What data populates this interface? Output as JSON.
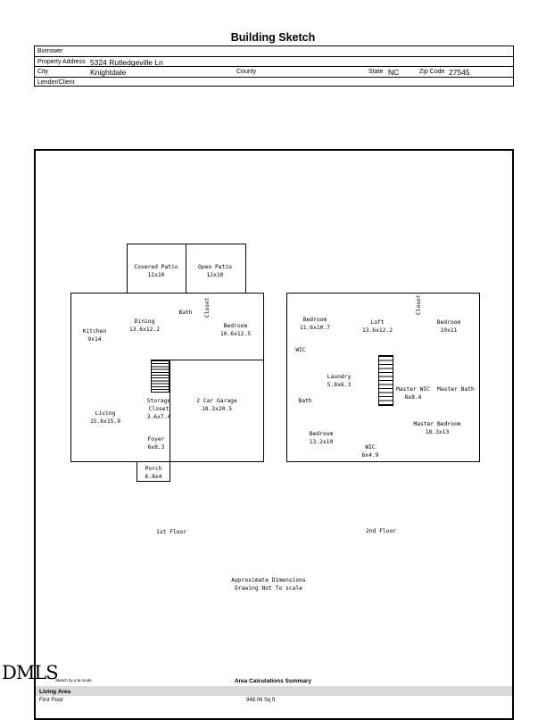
{
  "title": "Building Sketch",
  "info": {
    "borrower_label": "Borrower",
    "property_address_label": "Property Address",
    "property_address": "5324 Rutledgeville Ln",
    "city_label": "City",
    "city": "Knightdale",
    "county_label": "County",
    "state_label": "State",
    "state": "NC",
    "zip_label": "Zip Code",
    "zip": "27545",
    "lender_label": "Lender/Client"
  },
  "floor1": {
    "label": "1st Floor",
    "rooms": {
      "covered_patio": {
        "name": "Covered Patio",
        "dim": "12x10"
      },
      "open_patio": {
        "name": "Open Patio",
        "dim": "12x10"
      },
      "kitchen": {
        "name": "Kitchen",
        "dim": "9x14"
      },
      "dining": {
        "name": "Dining",
        "dim": "13.6x12.2"
      },
      "bath": {
        "name": "Bath"
      },
      "closet": {
        "name": "Closet"
      },
      "bedroom": {
        "name": "Bedroom",
        "dim": "10.6x12.5"
      },
      "storage_closet": {
        "name": "Storage\nCloset",
        "dim": "3.6x7.4"
      },
      "garage": {
        "name": "2 Car Garage",
        "dim": "18.3x20.5"
      },
      "living": {
        "name": "Living",
        "dim": "15.6x15.9"
      },
      "foyer": {
        "name": "Foyer",
        "dim": "6x8.3"
      },
      "porch": {
        "name": "Porch",
        "dim": "6.8x4"
      }
    }
  },
  "floor2": {
    "label": "2nd Floor",
    "rooms": {
      "bedroom_a": {
        "name": "Bedroom",
        "dim": "11.6x10.7"
      },
      "loft": {
        "name": "Loft",
        "dim": "13.6x12.2"
      },
      "closet": {
        "name": "Closet"
      },
      "bedroom_b": {
        "name": "Bedroom",
        "dim": "10x11"
      },
      "wic_a": {
        "name": "WIC"
      },
      "laundry": {
        "name": "Laundry",
        "dim": "5.8x6.3"
      },
      "master_wic": {
        "name": "Master WIC",
        "dim": "8x8.4"
      },
      "master_bath": {
        "name": "Master Bath"
      },
      "bath": {
        "name": "Bath"
      },
      "master_bedroom": {
        "name": "Master Bedroom",
        "dim": "18.3x13"
      },
      "bedroom_c": {
        "name": "Bedroom",
        "dim": "13.2x10"
      },
      "wic_b": {
        "name": "WIC",
        "dim": "6x4.9"
      }
    }
  },
  "notes": {
    "line1": "Approximate Dimensions",
    "line2": "Drawing Not To scale"
  },
  "footer": {
    "logo": "DMLS",
    "small_credit": "Sketch by a la mode",
    "summary_title": "Area Calculations Summary",
    "living_area_label": "Living Area",
    "first_floor_label": "First Floor",
    "first_floor_value": "948.06 Sq ft"
  }
}
